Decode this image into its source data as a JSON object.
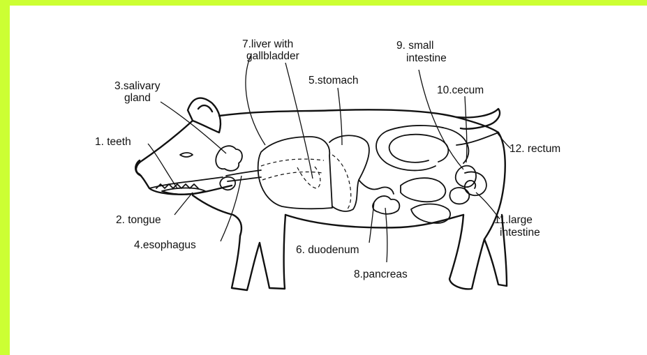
{
  "colors": {
    "border": "#CCFF33",
    "background": "#FFFFFF",
    "ink": "#111111"
  },
  "labels": {
    "teeth": "1. teeth",
    "tongue": "2. tongue",
    "salivary_gland_line1": "3.salivary",
    "salivary_gland_line2": "gland",
    "esophagus": "4.esophagus",
    "stomach": "5.stomach",
    "duodenum": "6. duodenum",
    "liver_line1": "7.liver with",
    "liver_line2": "gallbladder",
    "pancreas": "8.pancreas",
    "small_intestine_line1": "9. small",
    "small_intestine_line2": "intestine",
    "cecum": "10.cecum",
    "large_intestine_line1": "11.large",
    "large_intestine_line2": "intestine",
    "rectum": "12. rectum"
  }
}
